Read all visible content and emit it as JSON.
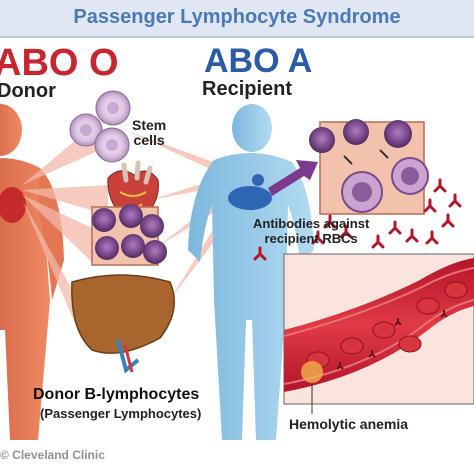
{
  "title": "Passenger Lymphocyte Syndrome",
  "donor": {
    "blood_type": "ABO O",
    "role": "Donor"
  },
  "recipient": {
    "blood_type": "ABO A",
    "role": "Recipient"
  },
  "labels": {
    "stem_cells_line1": "Stem",
    "stem_cells_line2": "cells",
    "antibodies_line1": "Antibodies against",
    "antibodies_line2": "recipient RBCs",
    "donor_b_lymphocytes": "Donor B-lymphocytes",
    "passenger_lymphocytes": "(Passenger Lymphocytes)",
    "hemolytic_anemia": "Hemolytic anemia"
  },
  "credit": "© Cleveland Clinic",
  "colors": {
    "title_text": "#4a79b6",
    "donor_body": "#e8714c",
    "recipient_body": "#8fc6e8",
    "lymphocyte": "#7b4a8c",
    "rbc": "#c8262e",
    "antibody": "#b0172b",
    "liver": "#a8662e"
  }
}
